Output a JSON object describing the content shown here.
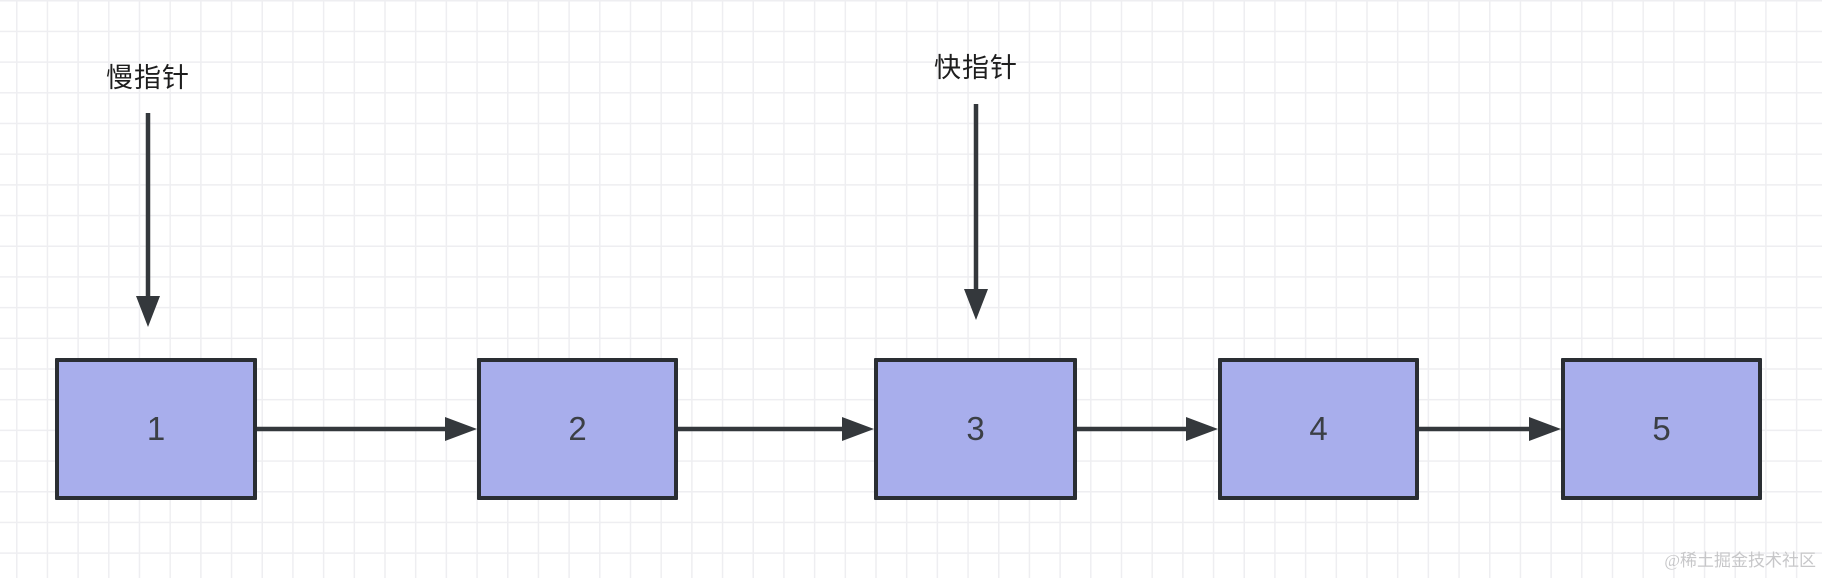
{
  "diagram": {
    "pointers": [
      {
        "id": "slow",
        "label": "慢指针",
        "points_to_node": "1"
      },
      {
        "id": "fast",
        "label": "快指针",
        "points_to_node": "3"
      }
    ],
    "nodes": [
      {
        "value": "1"
      },
      {
        "value": "2"
      },
      {
        "value": "3"
      },
      {
        "value": "4"
      },
      {
        "value": "5"
      }
    ],
    "links": [
      {
        "from": "1",
        "to": "2"
      },
      {
        "from": "2",
        "to": "3"
      },
      {
        "from": "3",
        "to": "4"
      },
      {
        "from": "4",
        "to": "5"
      }
    ],
    "watermark": "@稀土掘金技术社区",
    "colors": {
      "background": "#ffffff",
      "grid_line": "#eeeef1",
      "node_fill": "#a8aeec",
      "node_border": "#2a2e33",
      "arrow": "#34383c",
      "label_text": "#1e1e1e",
      "node_text": "#3b3f45",
      "watermark_text": "#c7c7c9"
    }
  }
}
